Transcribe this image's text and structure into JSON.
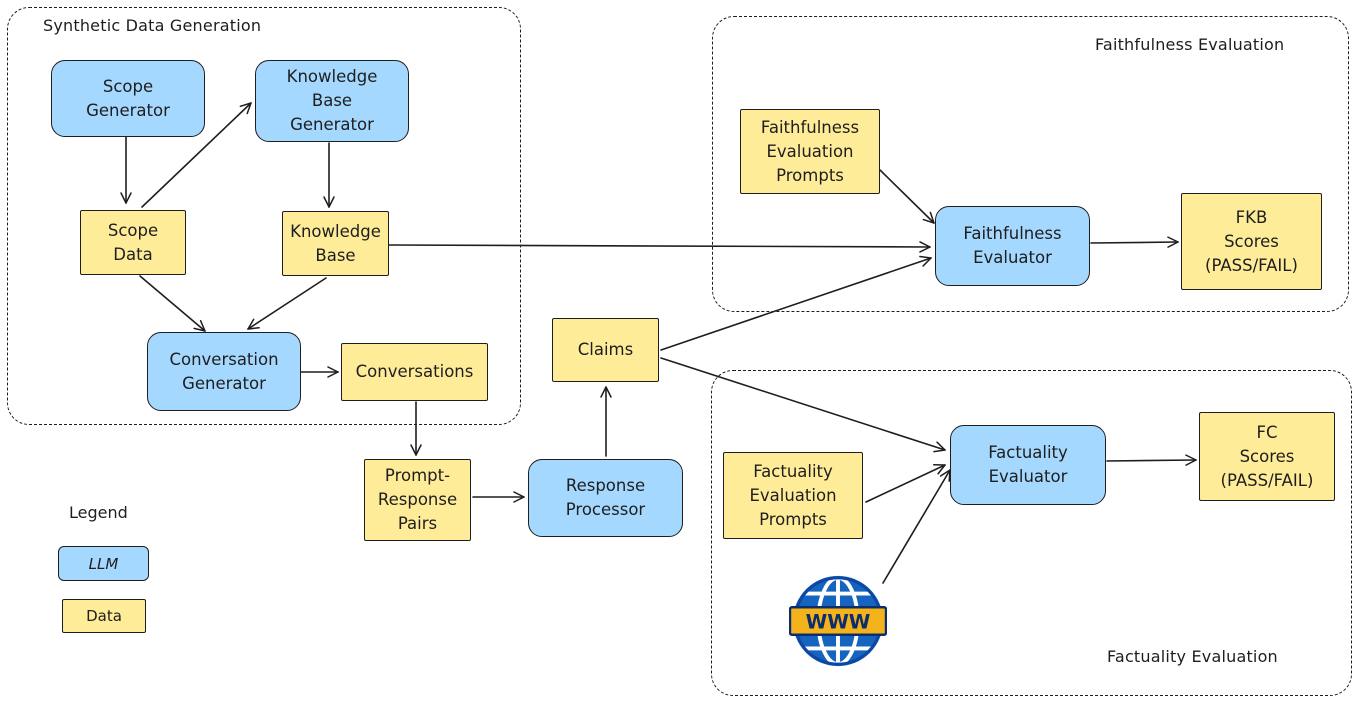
{
  "groups": {
    "synthetic": "Synthetic Data Generation",
    "faithfulness": "Faithfulness Evaluation",
    "factuality": "Factuality Evaluation"
  },
  "nodes": {
    "scope_generator": "Scope\nGenerator",
    "kb_generator": "Knowledge\nBase\nGenerator",
    "scope_data": "Scope\nData",
    "knowledge_base": "Knowledge\nBase",
    "conversation_generator": "Conversation\nGenerator",
    "conversations": "Conversations",
    "prompt_response_pairs": "Prompt-\nResponse\nPairs",
    "response_processor": "Response\nProcessor",
    "claims": "Claims",
    "faith_prompts": "Faithfulness\nEvaluation\nPrompts",
    "faith_evaluator": "Faithfulness\nEvaluator",
    "fkb_scores": "FKB\nScores\n(PASS/FAIL)",
    "fact_prompts": "Factuality\nEvaluation\nPrompts",
    "fact_evaluator": "Factuality\nEvaluator",
    "fc_scores": "FC\nScores\n(PASS/FAIL)"
  },
  "legend": {
    "title": "Legend",
    "llm": "LLM",
    "data": "Data"
  },
  "globe": {
    "text": "WWW",
    "icon": "globe-www-icon"
  },
  "colors": {
    "llm_fill": "#a5d8ff",
    "data_fill": "#ffec99",
    "stroke": "#1e1e1e",
    "globe_blue": "#1565c0",
    "globe_band": "#f5b31b"
  }
}
